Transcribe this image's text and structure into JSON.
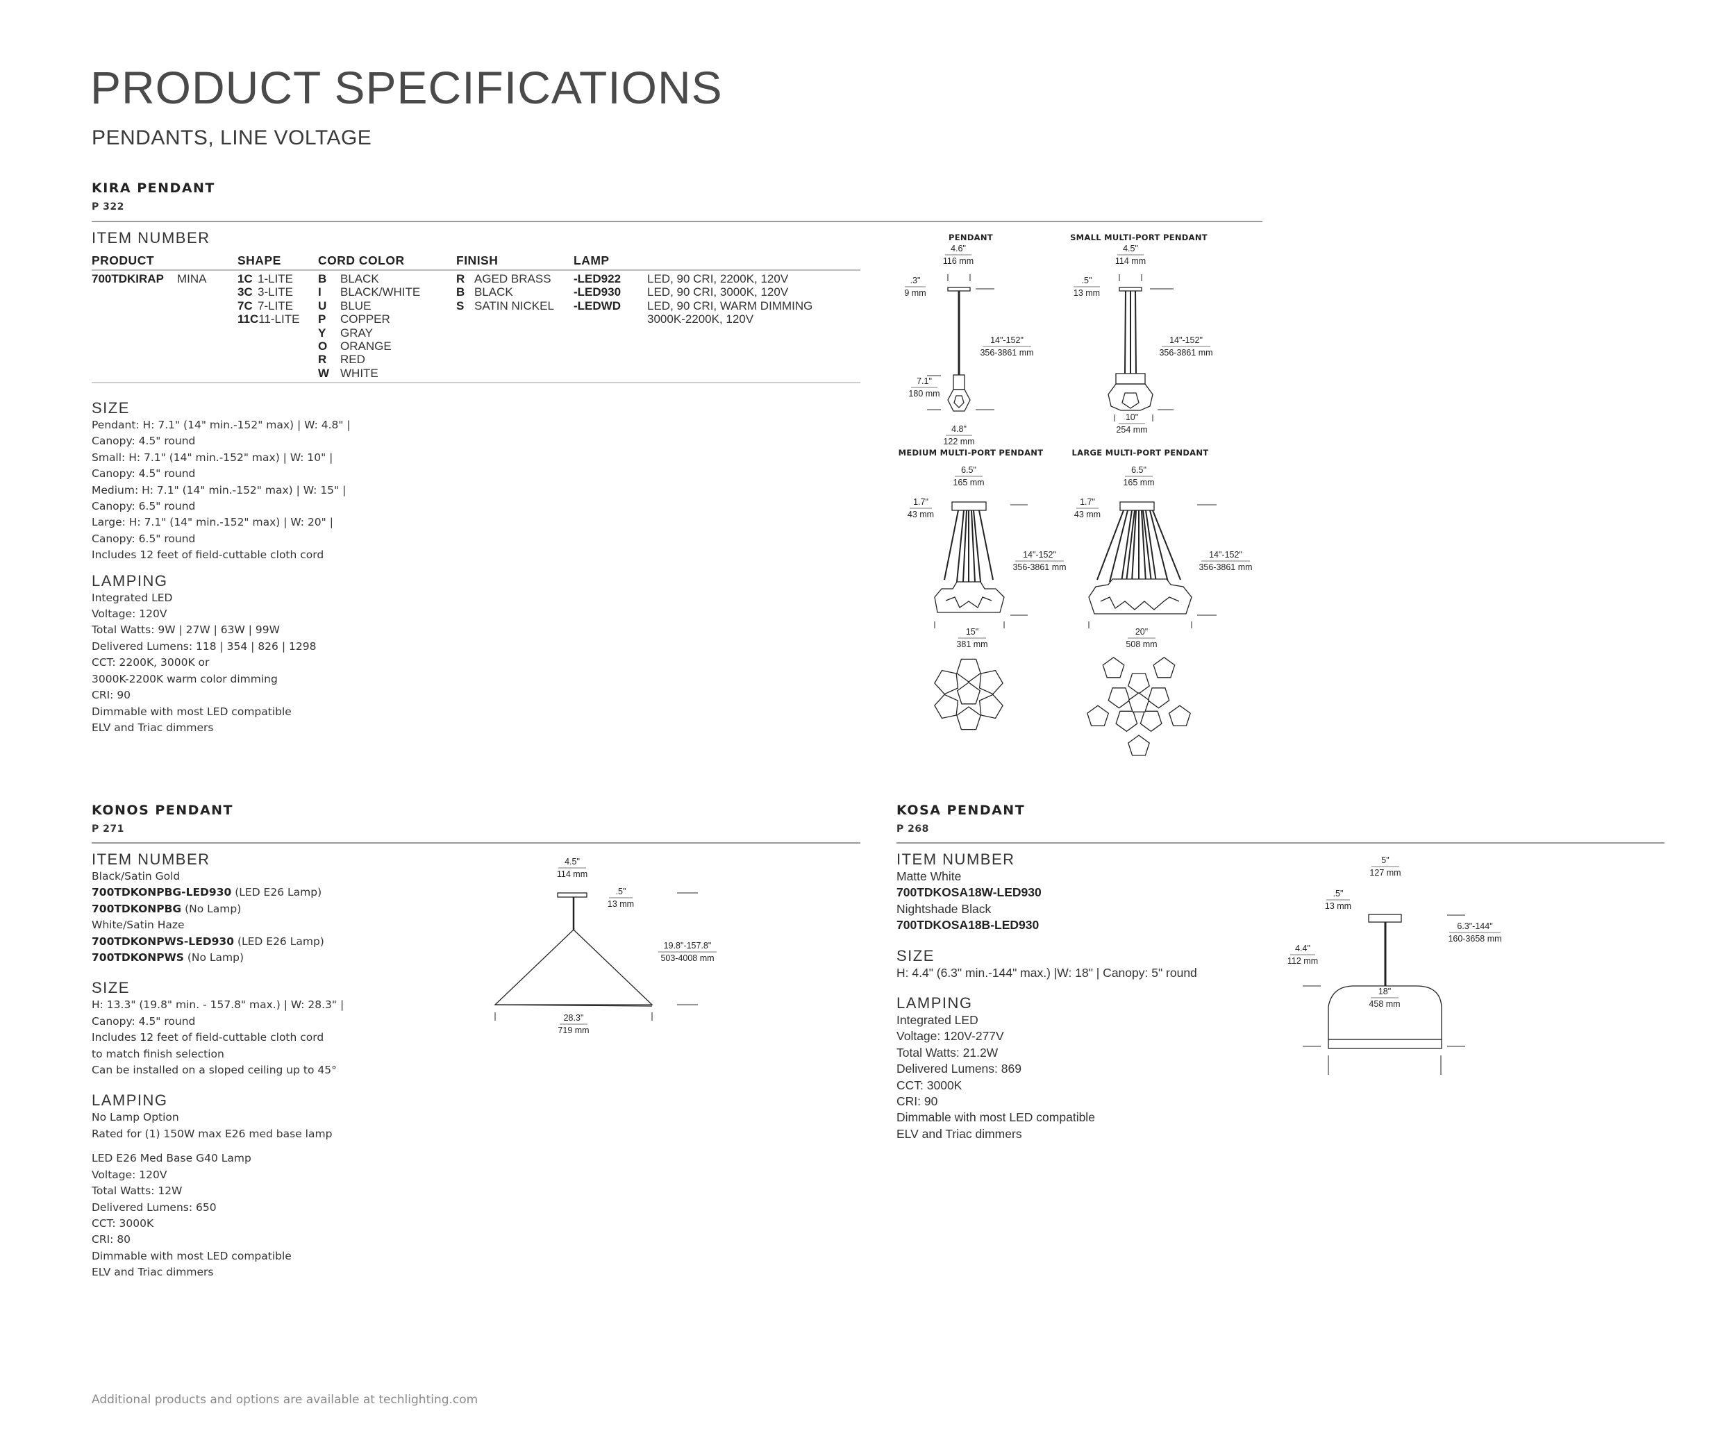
{
  "header": {
    "title": "PRODUCT SPECIFICATIONS",
    "subtitle": "PENDANTS, LINE VOLTAGE"
  },
  "kira": {
    "name": "KIRA PENDANT",
    "page": "P 322",
    "item_number_heading": "ITEM NUMBER",
    "columns": {
      "product": "PRODUCT",
      "shape": "SHAPE",
      "cord_color": "CORD COLOR",
      "finish": "FINISH",
      "lamp": "LAMP"
    },
    "product": {
      "code": "700TDKIRAP",
      "name": "MINA"
    },
    "shapes": [
      {
        "code": "1C",
        "label": "1-LITE"
      },
      {
        "code": "3C",
        "label": "3-LITE"
      },
      {
        "code": "7C",
        "label": "7-LITE"
      },
      {
        "code": "11C",
        "label": "11-LITE"
      }
    ],
    "cord_colors": [
      {
        "code": "B",
        "label": "BLACK"
      },
      {
        "code": "I",
        "label": "BLACK/WHITE"
      },
      {
        "code": "U",
        "label": "BLUE"
      },
      {
        "code": "P",
        "label": "COPPER"
      },
      {
        "code": "Y",
        "label": "GRAY"
      },
      {
        "code": "O",
        "label": "ORANGE"
      },
      {
        "code": "R",
        "label": "RED"
      },
      {
        "code": "W",
        "label": "WHITE"
      }
    ],
    "finishes": [
      {
        "code": "R",
        "label": "AGED BRASS"
      },
      {
        "code": "B",
        "label": "BLACK"
      },
      {
        "code": "S",
        "label": "SATIN NICKEL"
      }
    ],
    "lamps": [
      {
        "code": "-LED922",
        "desc": "LED, 90 CRI, 2200K, 120V"
      },
      {
        "code": "-LED930",
        "desc": "LED, 90 CRI, 3000K, 120V"
      },
      {
        "code": "-LEDWD",
        "desc": "LED, 90 CRI, WARM DIMMING"
      },
      {
        "code": "",
        "desc": "3000K-2200K, 120V"
      }
    ],
    "size_heading": "SIZE",
    "size_lines": [
      "Pendant: H: 7.1\" (14\" min.-152\" max) | W: 4.8\" |",
      "Canopy: 4.5\" round",
      "Small: H: 7.1\" (14\" min.-152\" max) | W: 10\" |",
      "Canopy: 4.5\" round",
      "Medium: H: 7.1\" (14\" min.-152\" max) | W: 15\" |",
      "Canopy: 6.5\" round",
      "Large: H: 7.1\" (14\" min.-152\" max) | W: 20\" |",
      "Canopy: 6.5\" round",
      "Includes 12 feet of field-cuttable cloth cord"
    ],
    "lamping_heading": "LAMPING",
    "lamping_lines": [
      "Integrated LED",
      "Voltage: 120V",
      "Total Watts: 9W | 27W | 63W | 99W",
      "Delivered Lumens: 118 | 354 | 826 | 1298",
      "CCT: 2200K, 3000K or",
      "3000K-2200K warm color dimming",
      "CRI: 90",
      "Dimmable with most LED compatible",
      "ELV and Triac dimmers"
    ],
    "diagrams": {
      "pendant": {
        "label": "PENDANT",
        "canopy_in": "4.6\"",
        "canopy_mm": "116 mm",
        "canopy_h_in": ".3\"",
        "canopy_h_mm": "9 mm",
        "drop_in": "14\"-152\"",
        "drop_mm": "356-3861 mm",
        "height_in": "7.1\"",
        "height_mm": "180 mm",
        "width_in": "4.8\"",
        "width_mm": "122 mm"
      },
      "small": {
        "label": "SMALL MULTI-PORT PENDANT",
        "canopy_in": "4.5\"",
        "canopy_mm": "114 mm",
        "canopy_h_in": ".5\"",
        "canopy_h_mm": "13 mm",
        "drop_in": "14\"-152\"",
        "drop_mm": "356-3861 mm",
        "width_in": "10\"",
        "width_mm": "254 mm"
      },
      "medium": {
        "label": "MEDIUM MULTI-PORT PENDANT",
        "canopy_in": "6.5\"",
        "canopy_mm": "165 mm",
        "canopy_h_in": "1.7\"",
        "canopy_h_mm": "43 mm",
        "drop_in": "14\"-152\"",
        "drop_mm": "356-3861 mm",
        "width_in": "15\"",
        "width_mm": "381 mm"
      },
      "large": {
        "label": "LARGE MULTI-PORT PENDANT",
        "canopy_in": "6.5\"",
        "canopy_mm": "165 mm",
        "canopy_h_in": "1.7\"",
        "canopy_h_mm": "43 mm",
        "drop_in": "14\"-152\"",
        "drop_mm": "356-3861 mm",
        "width_in": "20\"",
        "width_mm": "508 mm"
      }
    }
  },
  "konos": {
    "name": "KONOS PENDANT",
    "page": "P 271",
    "item_number_heading": "ITEM NUMBER",
    "items": [
      {
        "group": "Black/Satin Gold",
        "entries": [
          {
            "code": "700TDKONPBG-LED930",
            "note": "(LED E26 Lamp)"
          },
          {
            "code": "700TDKONPBG",
            "note": "(No Lamp)"
          }
        ]
      },
      {
        "group": "White/Satin Haze",
        "entries": [
          {
            "code": "700TDKONPWS-LED930",
            "note": "(LED E26 Lamp)"
          },
          {
            "code": "700TDKONPWS",
            "note": "(No Lamp)"
          }
        ]
      }
    ],
    "size_heading": "SIZE",
    "size_lines": [
      "H: 13.3\" (19.8\" min. - 157.8\" max.) | W: 28.3\" |",
      "Canopy: 4.5\" round",
      "Includes 12 feet of field-cuttable cloth cord",
      "to match finish selection",
      "Can be installed on a sloped ceiling up to 45°"
    ],
    "lamping_heading": "LAMPING",
    "lamping_lines_a": [
      "No Lamp Option",
      "Rated for (1) 150W max E26 med base lamp"
    ],
    "lamping_lines_b": [
      "LED E26 Med Base G40 Lamp",
      "Voltage: 120V",
      "Total Watts: 12W",
      "Delivered Lumens: 650",
      "CCT: 3000K",
      "CRI: 80",
      "Dimmable with most LED compatible",
      "ELV and Triac dimmers"
    ],
    "diagram": {
      "canopy_in": "4.5\"",
      "canopy_mm": "114 mm",
      "canopy_h_in": ".5\"",
      "canopy_h_mm": "13 mm",
      "drop_in": "19.8\"-157.8\"",
      "drop_mm": "503-4008 mm",
      "width_in": "28.3\"",
      "width_mm": "719 mm"
    }
  },
  "kosa": {
    "name": "KOSA PENDANT",
    "page": "P 268",
    "item_number_heading": "ITEM NUMBER",
    "items": [
      {
        "group": "Matte White",
        "code": "700TDKOSA18W-LED930"
      },
      {
        "group": "Nightshade Black",
        "code": "700TDKOSA18B-LED930"
      }
    ],
    "size_heading": "SIZE",
    "size_lines": [
      "H: 4.4\" (6.3\" min.-144\" max.) |W: 18\" | Canopy: 5\" round"
    ],
    "lamping_heading": "LAMPING",
    "lamping_lines": [
      "Integrated LED",
      "Voltage: 120V-277V",
      "Total Watts: 21.2W",
      "Delivered Lumens: 869",
      "CCT: 3000K",
      "CRI: 90",
      "Dimmable with most LED compatible",
      "ELV and Triac dimmers"
    ],
    "diagram": {
      "canopy_in": "5\"",
      "canopy_mm": "127 mm",
      "canopy_h_in": ".5\"",
      "canopy_h_mm": "13 mm",
      "drop_in": "6.3\"-144\"",
      "drop_mm": "160-3658 mm",
      "height_in": "4.4\"",
      "height_mm": "112 mm",
      "width_in": "18\"",
      "width_mm": "458 mm"
    }
  },
  "footer": {
    "text": "Additional products and options are available at techlighting.com"
  }
}
